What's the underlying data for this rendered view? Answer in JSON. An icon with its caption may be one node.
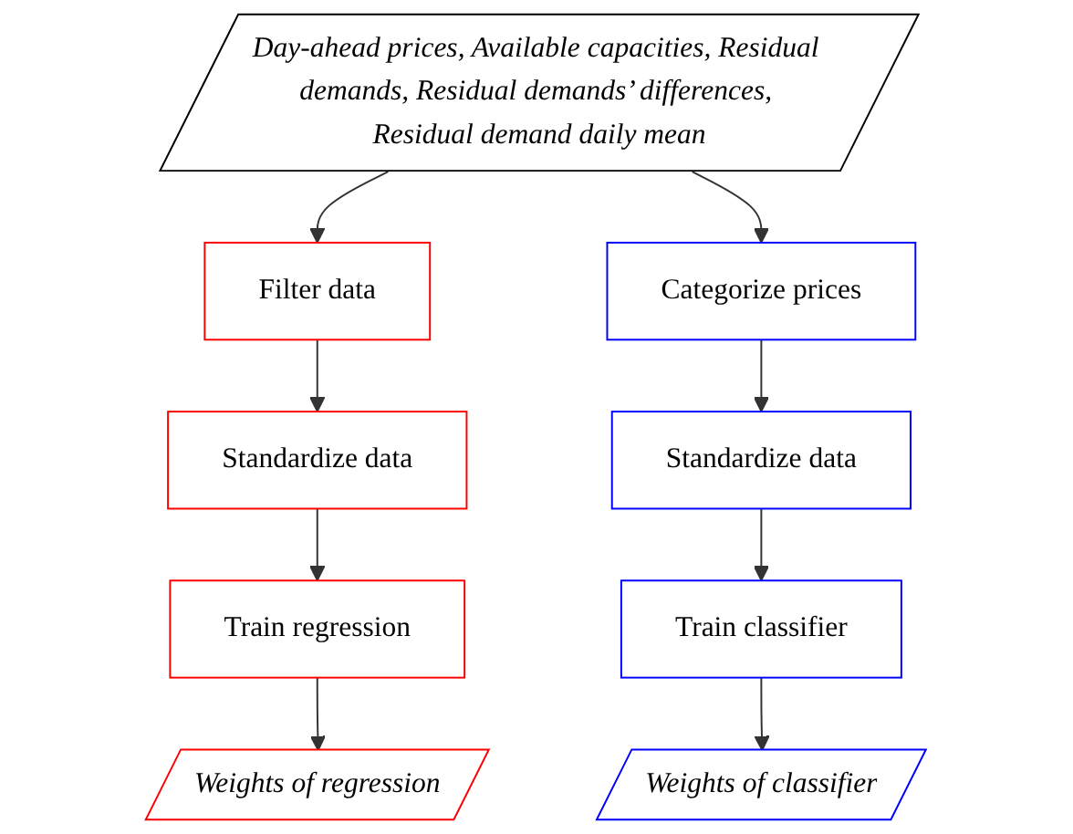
{
  "diagram": {
    "nodes": [
      {
        "text": [
          "Day-ahead prices, Available capacities, Residual demands, Residual demands’ differences, Residual demand daily mean"
        ]
      },
      {
        "text": [
          "Filter data"
        ]
      },
      {
        "text": [
          "Standardize data"
        ]
      },
      {
        "text": [
          "Train regression"
        ]
      },
      {
        "text": [
          "Weights of regression"
        ]
      },
      {
        "text": [
          "Categorize prices"
        ]
      },
      {
        "text": [
          "Standardize data"
        ]
      },
      {
        "text": [
          "Train classifier"
        ]
      },
      {
        "text": [
          "Weights of classifier"
        ]
      }
    ],
    "edges": [
      {
        "from": 0,
        "to": 1,
        "arrow": "to"
      },
      {
        "from": 1,
        "to": 2,
        "arrow": "to"
      },
      {
        "from": 2,
        "to": 3,
        "arrow": "to"
      },
      {
        "from": 3,
        "to": 4,
        "arrow": "to"
      },
      {
        "from": 0,
        "to": 5,
        "arrow": "to"
      },
      {
        "from": 5,
        "to": 6,
        "arrow": "to"
      },
      {
        "from": 6,
        "to": 7,
        "arrow": "to"
      },
      {
        "from": 7,
        "to": 8,
        "arrow": "to"
      }
    ]
  }
}
